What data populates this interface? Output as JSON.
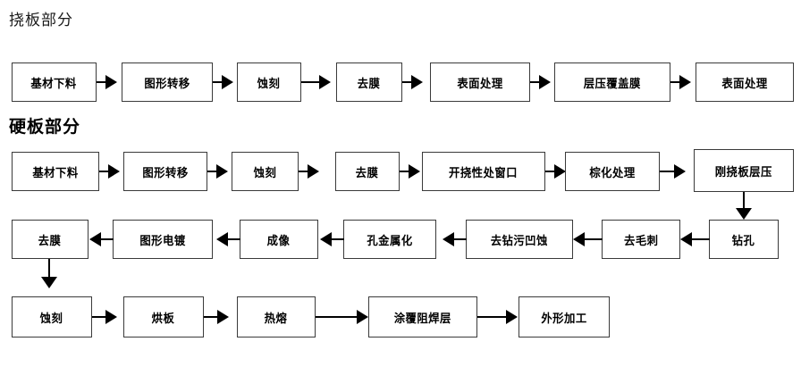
{
  "diagram": {
    "sections": [
      {
        "id": "flex",
        "label": "挠板部分"
      },
      {
        "id": "rigid",
        "label": "硬板部分"
      }
    ],
    "rows": [
      {
        "id": "row1",
        "direction": "left-to-right",
        "nodes": [
          {
            "label": "基材下料"
          },
          {
            "label": "图形转移"
          },
          {
            "label": "蚀刻"
          },
          {
            "label": "去膜"
          },
          {
            "label": "表面处理"
          },
          {
            "label": "层压覆盖膜"
          },
          {
            "label": "表面处理"
          }
        ]
      },
      {
        "id": "row2",
        "direction": "left-to-right",
        "nodes": [
          {
            "label": "基材下料"
          },
          {
            "label": "图形转移"
          },
          {
            "label": "蚀刻"
          },
          {
            "label": "去膜"
          },
          {
            "label": "开挠性处窗口"
          },
          {
            "label": "棕化处理"
          },
          {
            "label": "刚挠板层压"
          }
        ]
      },
      {
        "id": "row3",
        "direction": "right-to-left",
        "nodes": [
          {
            "label": "去膜"
          },
          {
            "label": "图形电镀"
          },
          {
            "label": "成像"
          },
          {
            "label": "孔金属化"
          },
          {
            "label": "去钻污凹蚀"
          },
          {
            "label": "去毛刺"
          },
          {
            "label": "钻孔"
          }
        ]
      },
      {
        "id": "row4",
        "direction": "left-to-right",
        "nodes": [
          {
            "label": "蚀刻"
          },
          {
            "label": "烘板"
          },
          {
            "label": "热熔"
          },
          {
            "label": "涂覆阻焊层"
          },
          {
            "label": "外形加工"
          }
        ]
      }
    ],
    "connectors": {
      "row2_to_row3": "刚挠板层压 → 钻孔",
      "row3_to_row4": "去膜 → 蚀刻"
    },
    "colors": {
      "background": "#ffffff",
      "box_border": "#3a3a3a",
      "arrow": "#000000",
      "text": "#000000"
    }
  }
}
